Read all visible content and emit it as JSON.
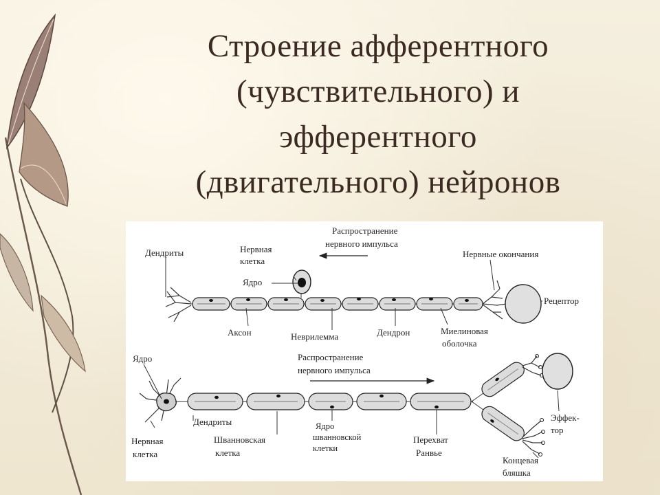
{
  "title": {
    "lines": [
      "Строение афферентного",
      "(чувствительного) и",
      "эфферентного",
      "(двигательного) нейронов"
    ]
  },
  "afferent": {
    "labels": {
      "dendrites": "Дендриты",
      "nerve_cell": [
        "Нервная",
        "клетка"
      ],
      "nucleus": "Ядро",
      "propagation": [
        "Распространение",
        "нервного импульса"
      ],
      "nerve_endings": "Нервные окончания",
      "receptor": "Рецептор",
      "axon": "Аксон",
      "neurilemma": "Неврилемма",
      "dendron": "Дендрон",
      "myelin": [
        "Миелиновая",
        "оболочка"
      ]
    }
  },
  "efferent": {
    "labels": {
      "nucleus": "Ядро",
      "propagation": [
        "Распространение",
        "нервного импульса"
      ],
      "dendrites": "Дендриты",
      "nerve_cell": [
        "Нервная",
        "клетка"
      ],
      "schwann_cell": [
        "Шванновская",
        "клетка"
      ],
      "schwann_nucleus": [
        "Ядро",
        "шванновской",
        "клетки"
      ],
      "ranvier": [
        "Перехват",
        "Ранвье"
      ],
      "effector": [
        "Эффек-",
        "тор"
      ],
      "end_plate": [
        "Концевая",
        "бляшка"
      ]
    }
  },
  "colors": {
    "background": "#f3ecda",
    "title": "#3b2a22",
    "panel": "#ffffff",
    "segment_fill": "#dcdcdc",
    "receptor_fill": "#e0e0e0"
  }
}
